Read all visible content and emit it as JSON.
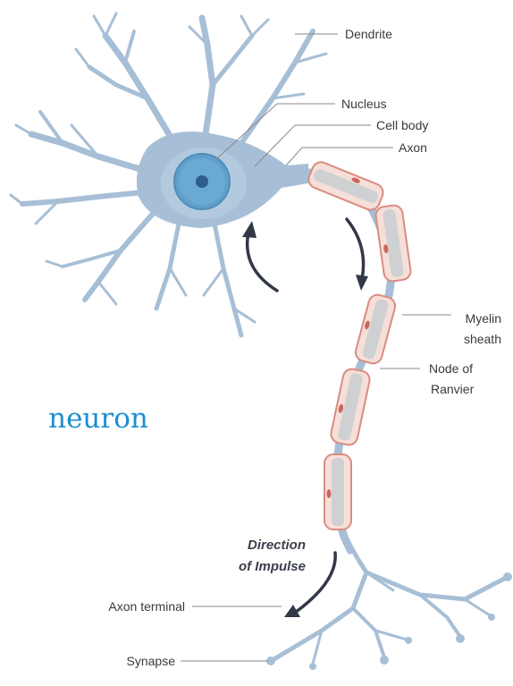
{
  "title": "neuron",
  "colors": {
    "title": "#1a8fd3",
    "cell": "#a7bfd6",
    "myelin": "#f6dfd8",
    "myelin_border": "#d98c80",
    "nucleus": "#5f9fc9",
    "arrows": "#313846"
  },
  "labels": {
    "dendrite": "Dendrite",
    "nucleus": "Nucleus",
    "cell_body": "Cell body",
    "axon": "Axon",
    "myelin_line1": "Myelin",
    "myelin_line2": "sheath",
    "node_line1": "Node of",
    "node_line2": "Ranvier",
    "direction_line1": "Direction",
    "direction_line2": "of Impulse",
    "axon_terminal": "Axon terminal",
    "synapse": "Synapse"
  }
}
